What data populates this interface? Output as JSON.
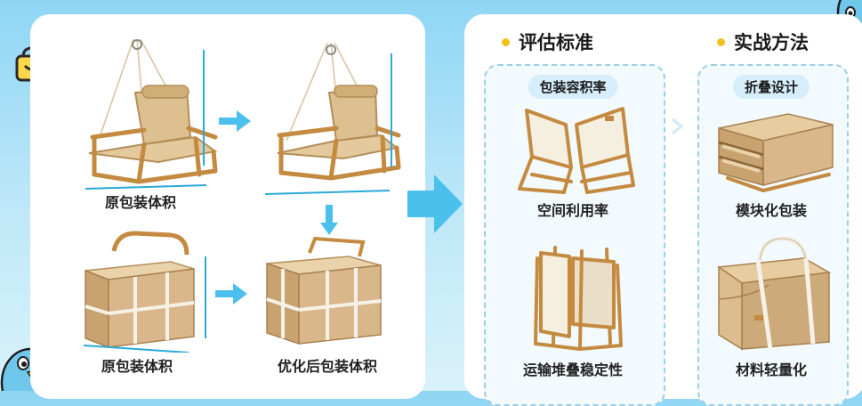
{
  "left": {
    "top_left_label": "原包装体积",
    "bottom_left_label": "原包装体积",
    "bottom_right_label": "优化后包装体积"
  },
  "right": {
    "col1": {
      "heading": "评估标准",
      "pill": "包装容积率",
      "caption_mid": "空间利用率",
      "caption_bottom": "运输堆叠稳定性"
    },
    "col2": {
      "heading": "实战方法",
      "pill": "折叠设计",
      "caption_mid": "模块化包装",
      "caption_bottom": "材料轻量化"
    }
  },
  "colors": {
    "arrow": "#4cc0ec",
    "dimension_line": "#2aa9d8",
    "heading_dot": "#f4c01e",
    "cardboard": "#d9b78a"
  }
}
